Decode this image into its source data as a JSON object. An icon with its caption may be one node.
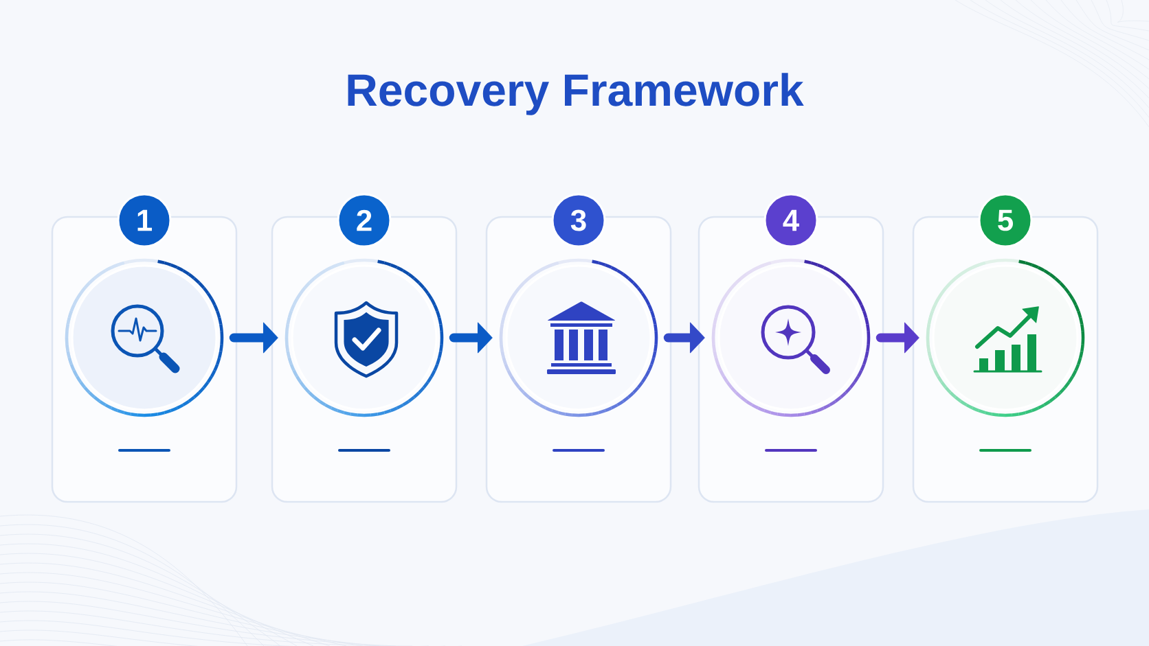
{
  "diagram": {
    "title": "Recovery Framework",
    "nodes": [
      {
        "text": [],
        "shape": "box"
      },
      {
        "text": [
          "1"
        ]
      },
      {
        "text": [],
        "shape": "circle",
        "in": 0
      },
      {
        "text": [],
        "shape": "box"
      },
      {
        "text": [
          "2"
        ]
      },
      {
        "text": [],
        "shape": "circle",
        "in": 3
      },
      {
        "text": [],
        "shape": "box"
      },
      {
        "text": [
          "3"
        ]
      },
      {
        "text": [],
        "shape": "circle",
        "in": 6
      },
      {
        "text": [],
        "shape": "box"
      },
      {
        "text": [
          "4"
        ]
      },
      {
        "text": [],
        "shape": "circle",
        "in": 9
      },
      {
        "text": [],
        "shape": "box"
      },
      {
        "text": [
          "5"
        ]
      },
      {
        "text": [],
        "shape": "circle",
        "in": 12
      }
    ],
    "edges": [
      {
        "from": 0,
        "to": 3,
        "arrow": "to",
        "color": "#0b5bc6"
      },
      {
        "from": 3,
        "to": 6,
        "arrow": "to",
        "color": "#0b5bc6"
      },
      {
        "from": 6,
        "to": 9,
        "arrow": "to",
        "color": "#3349c8"
      },
      {
        "from": 9,
        "to": 12,
        "arrow": "to",
        "color": "#5a3ccb"
      }
    ]
  }
}
